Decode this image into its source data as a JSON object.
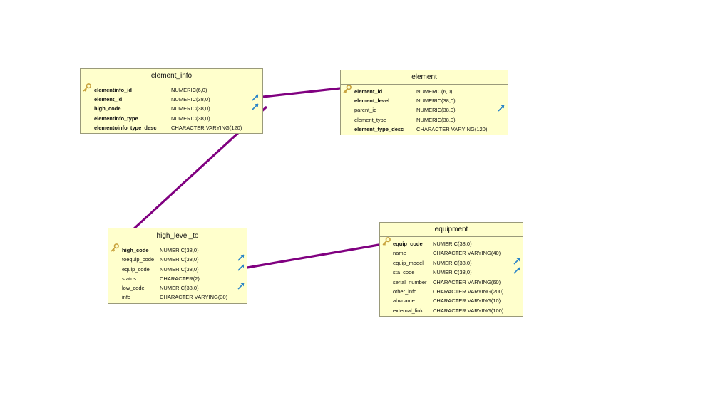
{
  "colors": {
    "connector": "#800080",
    "table_fill": "#ffffcc",
    "table_border": "#9a9a7a",
    "fk_arrow": "#2a84c8",
    "key": "#c8a23c"
  },
  "tables": [
    {
      "name": "element_info",
      "columns": [
        {
          "name": "elementinfo_id",
          "type": "NUMERIC(6,0)",
          "bold": true,
          "pk": true,
          "fk": false
        },
        {
          "name": "element_id",
          "type": "NUMERIC(38,0)",
          "bold": true,
          "pk": false,
          "fk": true
        },
        {
          "name": "high_code",
          "type": "NUMERIC(38,0)",
          "bold": true,
          "pk": false,
          "fk": true
        },
        {
          "name": "elementinfo_type",
          "type": "NUMERIC(38,0)",
          "bold": true,
          "pk": false,
          "fk": false
        },
        {
          "name": "elementoinfo_type_desc",
          "type": "CHARACTER VARYING(120)",
          "bold": true,
          "pk": false,
          "fk": false
        }
      ]
    },
    {
      "name": "element",
      "columns": [
        {
          "name": "element_id",
          "type": "NUMERIC(6,0)",
          "bold": true,
          "pk": true,
          "fk": false
        },
        {
          "name": "element_level",
          "type": "NUMERIC(38,0)",
          "bold": true,
          "pk": false,
          "fk": false
        },
        {
          "name": "parent_id",
          "type": "NUMERIC(38,0)",
          "bold": false,
          "pk": false,
          "fk": true
        },
        {
          "name": "element_type",
          "type": "NUMERIC(38,0)",
          "bold": false,
          "pk": false,
          "fk": false
        },
        {
          "name": "element_type_desc",
          "type": "CHARACTER VARYING(120)",
          "bold": true,
          "pk": false,
          "fk": false
        }
      ]
    },
    {
      "name": "high_level_to",
      "columns": [
        {
          "name": "high_code",
          "type": "NUMERIC(38,0)",
          "bold": true,
          "pk": true,
          "fk": false
        },
        {
          "name": "toequip_code",
          "type": "NUMERIC(38,0)",
          "bold": false,
          "pk": false,
          "fk": true
        },
        {
          "name": "equip_code",
          "type": "NUMERIC(38,0)",
          "bold": false,
          "pk": false,
          "fk": true
        },
        {
          "name": "status",
          "type": "CHARACTER(2)",
          "bold": false,
          "pk": false,
          "fk": false
        },
        {
          "name": "low_code",
          "type": "NUMERIC(38,0)",
          "bold": false,
          "pk": false,
          "fk": true
        },
        {
          "name": "info",
          "type": "CHARACTER VARYING(30)",
          "bold": false,
          "pk": false,
          "fk": false
        }
      ]
    },
    {
      "name": "equipment",
      "columns": [
        {
          "name": "equip_code",
          "type": "NUMERIC(38,0)",
          "bold": true,
          "pk": true,
          "fk": false
        },
        {
          "name": "name",
          "type": "CHARACTER VARYING(40)",
          "bold": false,
          "pk": false,
          "fk": false
        },
        {
          "name": "equip_model",
          "type": "NUMERIC(38,0)",
          "bold": false,
          "pk": false,
          "fk": true
        },
        {
          "name": "sta_code",
          "type": "NUMERIC(38,0)",
          "bold": false,
          "pk": false,
          "fk": true
        },
        {
          "name": "serial_number",
          "type": "CHARACTER VARYING(60)",
          "bold": false,
          "pk": false,
          "fk": false
        },
        {
          "name": "other_info",
          "type": "CHARACTER VARYING(200)",
          "bold": false,
          "pk": false,
          "fk": false
        },
        {
          "name": "abvname",
          "type": "CHARACTER VARYING(10)",
          "bold": false,
          "pk": false,
          "fk": false
        },
        {
          "name": "external_link",
          "type": "CHARACTER VARYING(100)",
          "bold": false,
          "pk": false,
          "fk": false
        }
      ]
    }
  ]
}
